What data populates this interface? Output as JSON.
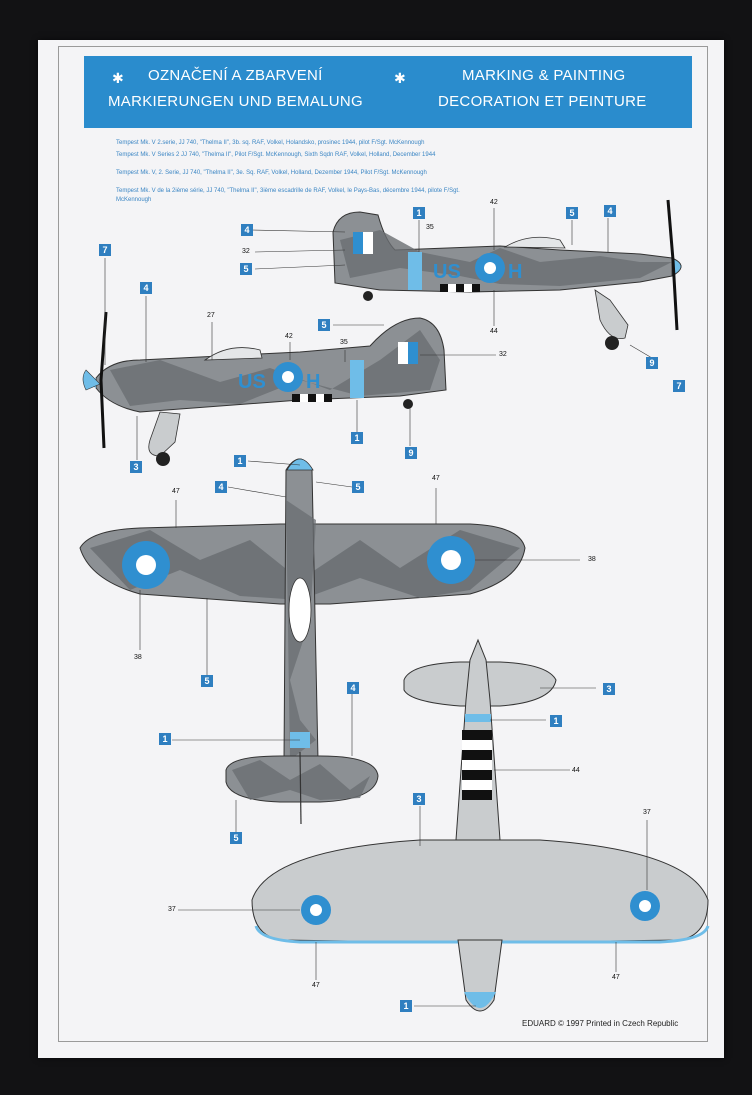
{
  "header": {
    "title_cz": "OZNAČENÍ A ZBARVENÍ",
    "title_en": "MARKING & PAINTING",
    "title_de": "MARKIERUNGEN UND BEMALUNG",
    "title_fr": "DECORATION ET PEINTURE",
    "star_glyph": "✱"
  },
  "description_lines": [
    "Tempest Mk. V 2.serie, JJ 740, \"Thelma II\", 3b. sq. RAF, Volkel, Holandsko, prosinec 1944, pilot F/Sgt. McKennough",
    "Tempest Mk. V Series 2 JJ 740, \"Thelma II\", Pilot F/Sgt. McKennough, Sixth Sqdn RAF, Volkel, Holland, December 1944",
    "Tempest Mk. V, 2. Serie, JJ 740, \"Thelma II\", 3e. Sq. RAF, Volkel, Holland, Dezember 1944, Pilot F/Sgt. McKennough",
    "Tempest Mk. V de la 2ième série, JJ 740, \"Thelma II\", 3ième escadrille de RAF, Volkel, le Pays-Bas, décembre 1944, pilote F/Sgt.",
    "McKennough"
  ],
  "callouts": {
    "c1": "1",
    "c3": "3",
    "c4": "4",
    "c5": "5",
    "c7": "7",
    "c9": "9"
  },
  "labels": {
    "n27": "27",
    "n32": "32",
    "n35": "35",
    "n37": "37",
    "n38": "38",
    "n42": "42",
    "n44": "44",
    "n47": "47"
  },
  "codes": {
    "code_letters": "US",
    "code_letter_h": "H"
  },
  "footer": "EDUARD © 1997 Printed in Czech Republic",
  "colors": {
    "banner_blue": "#2a8ccd",
    "callout_blue": "#2f7fc0",
    "camo_dark": "#6a6e72",
    "camo_light": "#a5a9ac",
    "underside": "#c9ccce",
    "roundel_blue": "#2f8fd0"
  }
}
